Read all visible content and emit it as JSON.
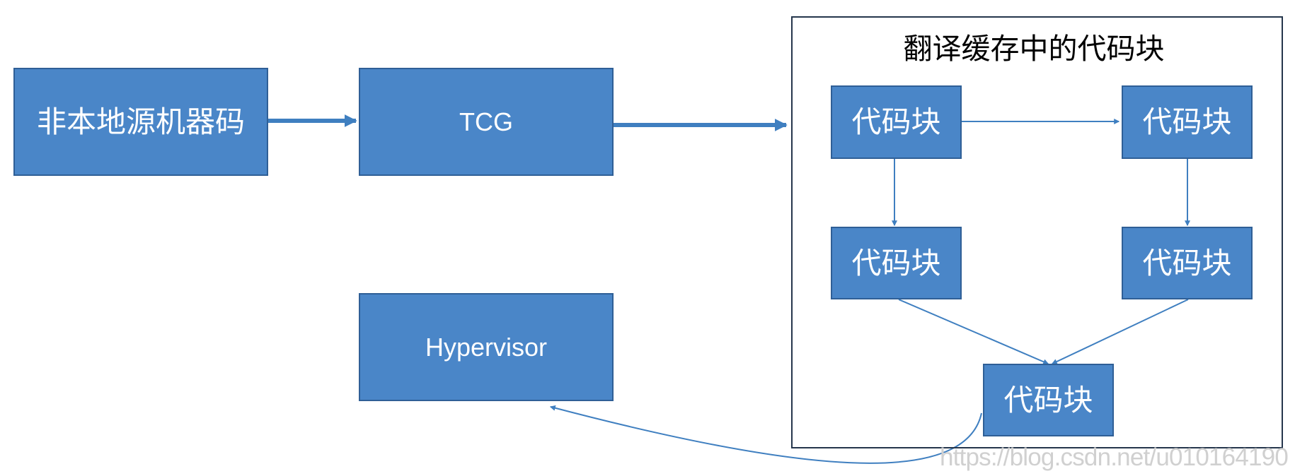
{
  "diagram": {
    "nodes": {
      "source": {
        "label": "非本地源机器码"
      },
      "tcg": {
        "label": "TCG"
      },
      "hypervisor": {
        "label": "Hypervisor"
      },
      "cache": {
        "title": "翻译缓存中的代码块",
        "blocks": [
          {
            "label": "代码块"
          },
          {
            "label": "代码块"
          },
          {
            "label": "代码块"
          },
          {
            "label": "代码块"
          },
          {
            "label": "代码块"
          }
        ]
      }
    },
    "watermark": "https://blog.csdn.net/u010164190",
    "colors": {
      "node_fill": "#4a86c8",
      "node_border": "#2f5f96",
      "arrow": "#3f7fc0",
      "cache_border": "#25364c",
      "text_on_node": "#ffffff",
      "title_text": "#000000",
      "watermark_text": "#d0d0d0"
    }
  }
}
